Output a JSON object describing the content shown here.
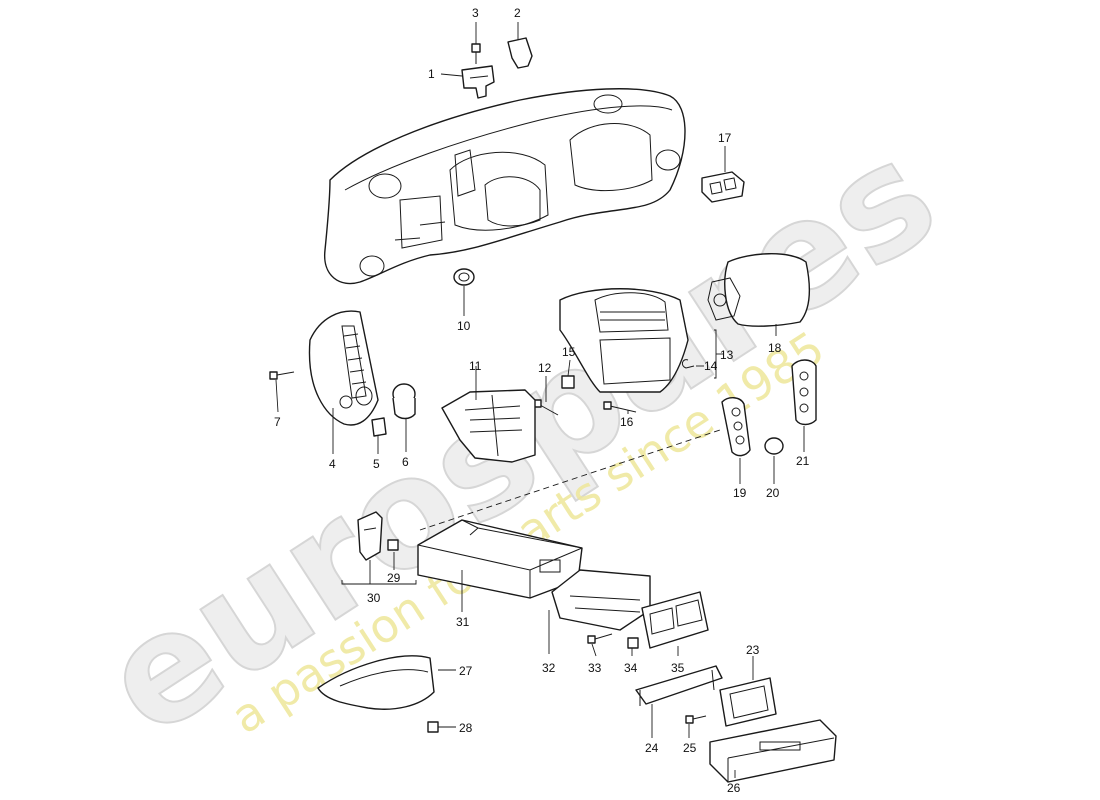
{
  "watermark": {
    "brand": "eurospares",
    "tagline": "a passion for parts since 1985"
  },
  "callouts": {
    "p1": "1",
    "p2": "2",
    "p3": "3",
    "p4": "4",
    "p5": "5",
    "p6": "6",
    "p7": "7",
    "p10": "10",
    "p11": "11",
    "p12": "12",
    "p13": "13",
    "p14": "14",
    "p15": "15",
    "p16": "16",
    "p17": "17",
    "p18": "18",
    "p19": "19",
    "p20": "20",
    "p21": "21",
    "p23": "23",
    "p24": "24",
    "p25": "25",
    "p26": "26",
    "p27": "27",
    "p28": "28",
    "p29": "29",
    "p30": "30",
    "p31": "31",
    "p32": "32",
    "p33": "33",
    "p34": "34",
    "p35": "35"
  }
}
